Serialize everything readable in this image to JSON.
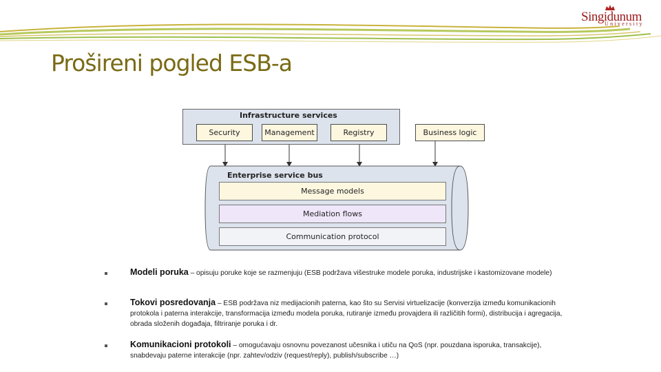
{
  "slide": {
    "title": "Prošireni pogled ESB-a",
    "logo": {
      "name": "Singidunum",
      "subtitle": "University"
    }
  },
  "diagram": {
    "infrastructure": {
      "title": "Infrastructure services",
      "items": [
        "Security",
        "Management",
        "Registry"
      ]
    },
    "business_logic": "Business logic",
    "bus": {
      "title": "Enterprise service bus",
      "layers": [
        {
          "label": "Message models",
          "color": "#fdf7e0"
        },
        {
          "label": "Mediation flows",
          "color": "#efe6fa"
        },
        {
          "label": "Communication protocol",
          "color": "#f1f3f7"
        }
      ]
    },
    "colors": {
      "infra_bg": "#dde3ec",
      "box_bg": "#fdf7e0",
      "bus_bg": "#dde3ec",
      "arrow": "#333333"
    }
  },
  "bullets": [
    {
      "term": "Modeli poruka",
      "text": " – opisuju poruke koje se razmenjuju (ESB podržava višestruke modele poruka, industrijske i kastomizovane modele)"
    },
    {
      "term": "Tokovi posredovanja",
      "text": " – ESB podržava niz medijacionih paterna, kao što su Servisi virtuelizacije (konverzija između komunikacionih protokola i paterna interakcije, transformacija između modela poruka, rutiranje između provajdera ili različitih formi), distribucija i agregacija, obrada složenih događaja, filtriranje poruka i dr."
    },
    {
      "term": "Komunikacioni protokoli",
      "text": " – omogućavaju osnovnu povezanost učesnika i utiču na QoS (npr. pouzdana isporuka, transakcije), snabdevaju paterne interakcije (npr. zahtev/odziv (request/reply), publish/subscribe …)"
    }
  ]
}
